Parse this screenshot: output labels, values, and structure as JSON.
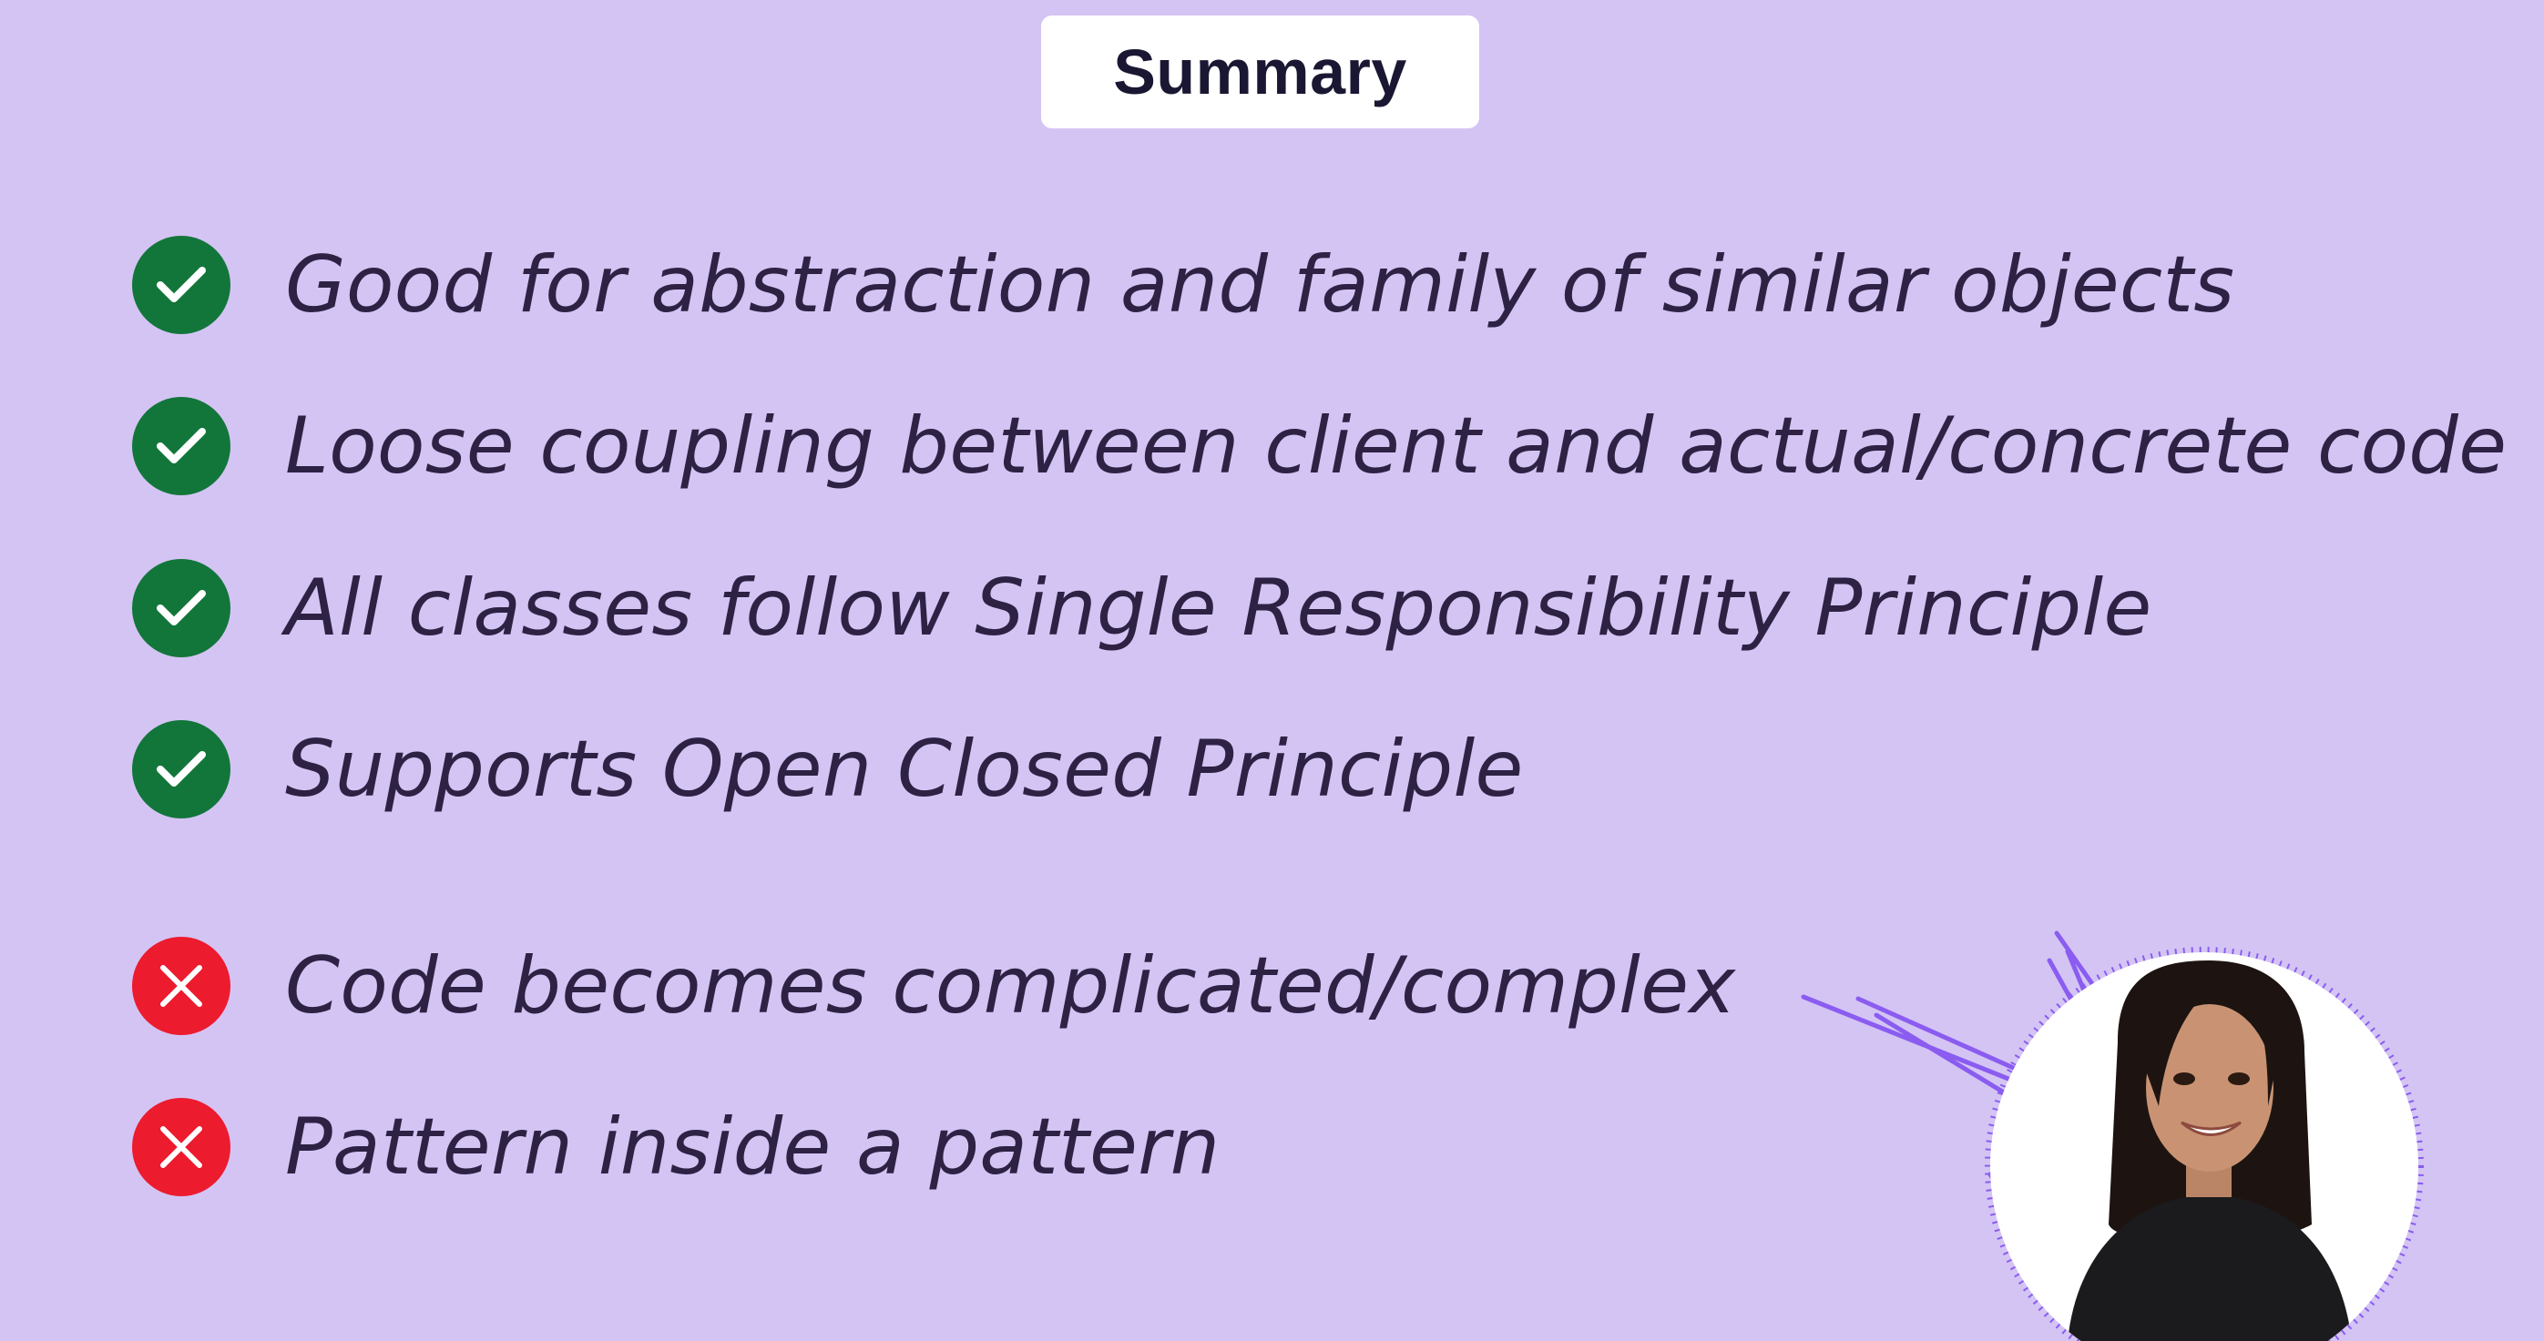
{
  "colors": {
    "background": "#d4c4f4",
    "text": "#2e2244",
    "title_text": "#1a1733",
    "pro_badge": "#12763a",
    "con_badge": "#ec1b2e",
    "accent_lines": "#8a5cf0"
  },
  "title": "Summary",
  "pros": [
    {
      "icon": "check-icon",
      "text": "Good for abstraction and family of similar objects"
    },
    {
      "icon": "check-icon",
      "text": "Loose coupling between client and actual/concrete code"
    },
    {
      "icon": "check-icon",
      "text": "All classes follow Single Responsibility Principle"
    },
    {
      "icon": "check-icon",
      "text": "Supports Open Closed Principle"
    }
  ],
  "cons": [
    {
      "icon": "cross-icon",
      "text": "Code becomes complicated/complex"
    },
    {
      "icon": "cross-icon",
      "text": "Pattern inside a pattern"
    }
  ],
  "presenter": {
    "icon": "presenter-avatar"
  }
}
